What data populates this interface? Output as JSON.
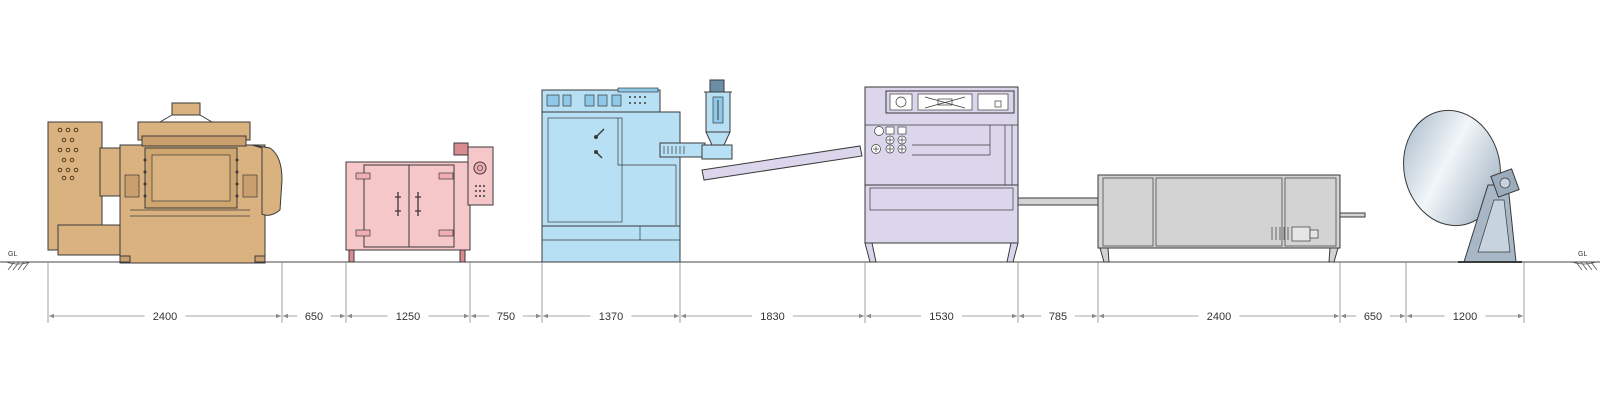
{
  "ground_label_left": "GL",
  "ground_label_right": "GL",
  "dimensions": [
    {
      "label": "2400"
    },
    {
      "label": "650"
    },
    {
      "label": "1250"
    },
    {
      "label": "750"
    },
    {
      "label": "1370"
    },
    {
      "label": "1830"
    },
    {
      "label": "1530"
    },
    {
      "label": "785"
    },
    {
      "label": "2400"
    },
    {
      "label": "650"
    },
    {
      "label": "1200"
    }
  ],
  "colors": {
    "mixer": "#d9b27f",
    "oven": "#f6c7c9",
    "extruder": "#b8e0f5",
    "former": "#dcd6ec",
    "conveyor": "#d3d3d3",
    "coating_pan": "#c7d3de",
    "line": "#3a3a3a"
  }
}
